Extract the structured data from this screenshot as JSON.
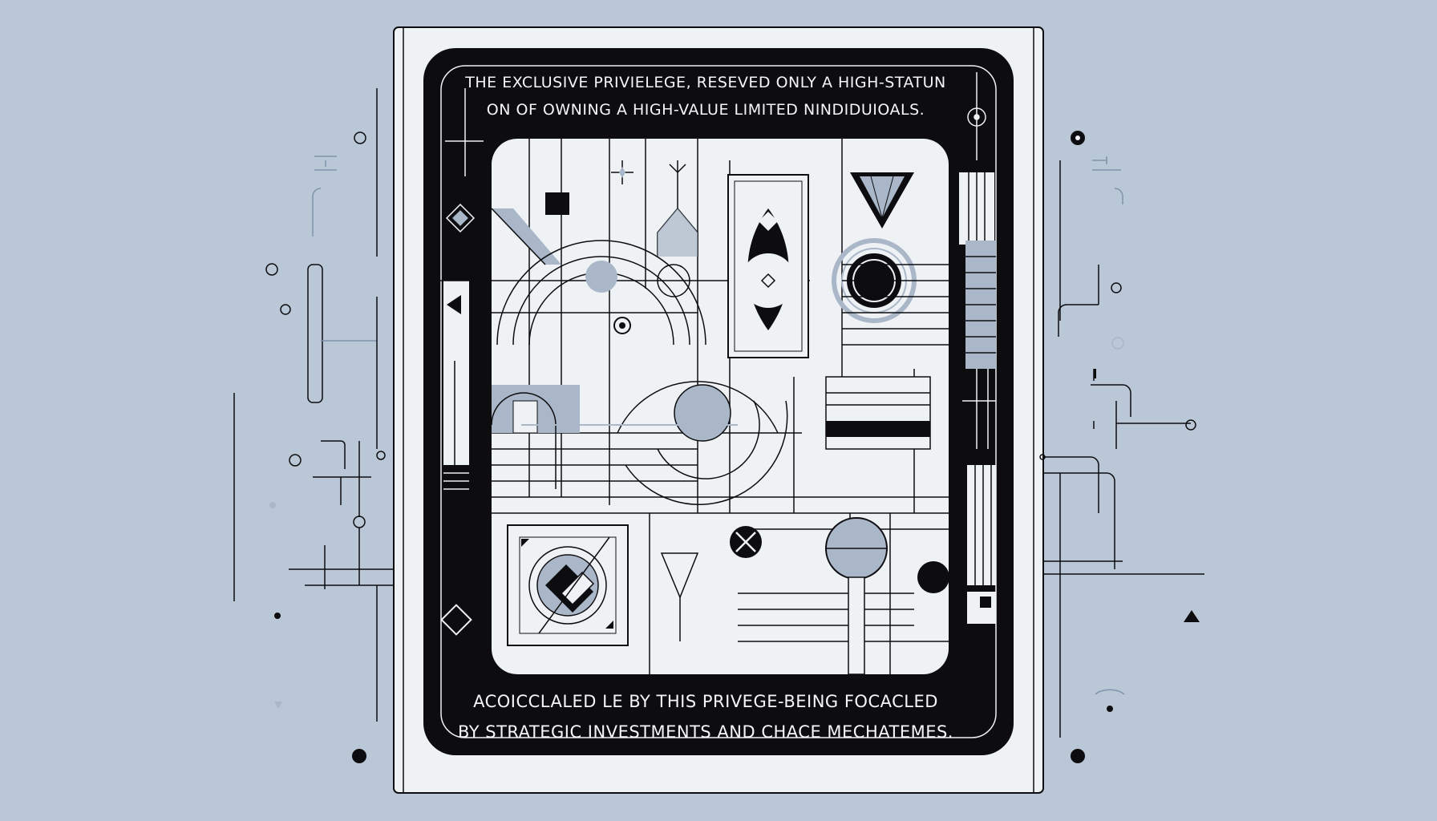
{
  "caption_top": {
    "line1": "The exclusive privielege, reseved only a high-statun",
    "line2": "on of owning a high-value limited nindiduioals."
  },
  "caption_bottom": {
    "line1": "Acoicclaled le by this privege-being focacled",
    "line2": "by strategic investments and chace mechatemes."
  },
  "colors": {
    "background": "#b9c7d6",
    "ink": "#0d0d10",
    "paper": "#eef2f5",
    "accent": "#a9b7c8"
  },
  "icons": [
    "diamond-icon",
    "target-icon",
    "cross-icon",
    "triangle-icon",
    "gem-icon"
  ]
}
